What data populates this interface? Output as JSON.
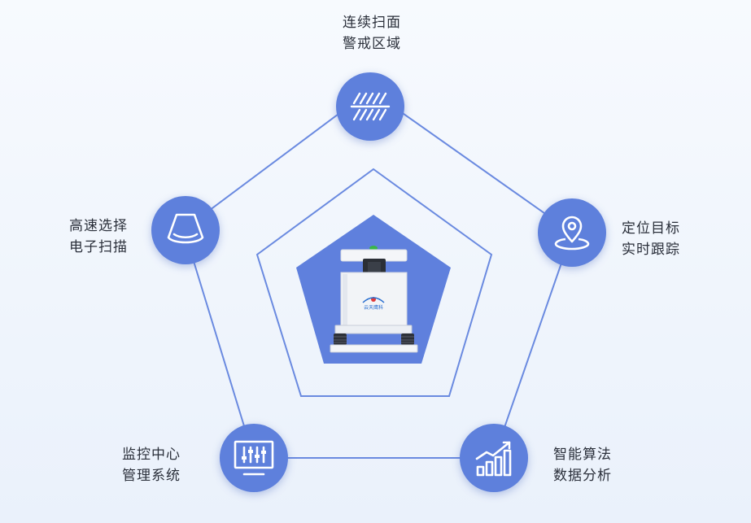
{
  "features": {
    "scan_area": {
      "line1": "连续扫面",
      "line2": "警戒区域",
      "icon": "hatched-area-icon"
    },
    "locate_track": {
      "line1": "定位目标",
      "line2": "实时跟踪",
      "icon": "location-pin-icon"
    },
    "analytics": {
      "line1": "智能算法",
      "line2": "数据分析",
      "icon": "bar-chart-trend-icon"
    },
    "monitor_center": {
      "line1": "监控中心",
      "line2": "管理系统",
      "icon": "monitor-sliders-icon"
    },
    "electronic_scan": {
      "line1": "高速选择",
      "line2": "电子扫描",
      "icon": "scan-fan-icon"
    }
  },
  "device": {
    "logo_text": "云天鹰科"
  },
  "colors": {
    "accent": "#5e80dc",
    "line": "#6a8ae0",
    "inner_pentagon": "#5f80dd",
    "text": "#2a2f3a"
  }
}
